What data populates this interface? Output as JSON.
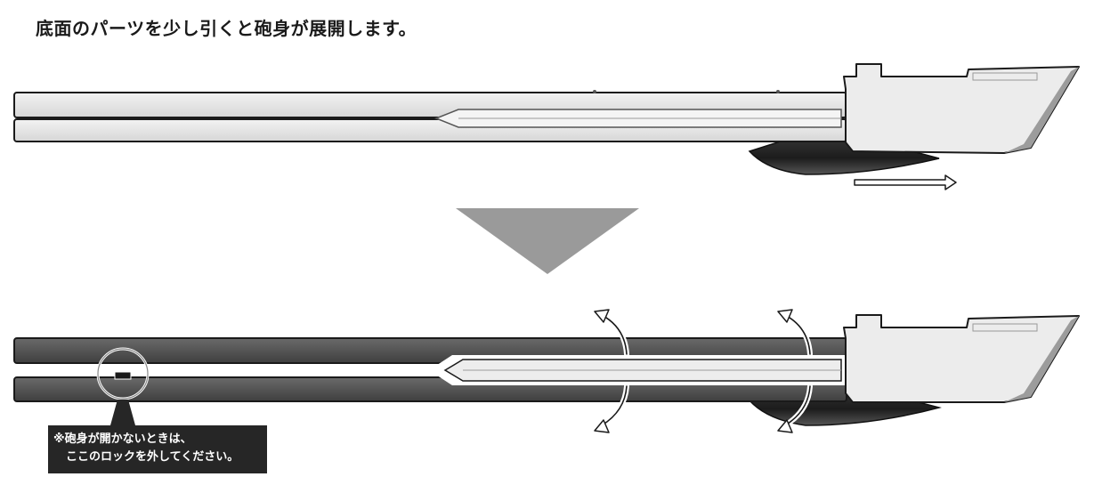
{
  "title": "底面のパーツを少し引くと砲身が展開します。",
  "note": {
    "line1": "※砲身が開かないときは、",
    "line2": "ここのロックを外してください。"
  },
  "colors": {
    "text": "#1a1a1a",
    "barrel_closed": "#e6e6e6",
    "barrel_open": "#555555",
    "body": "#ececec",
    "outline": "#1a1a1a",
    "arrow_down": "#9a9a9a",
    "note_bg": "#262626"
  },
  "icons": [
    "pull-arrow-icon",
    "down-triangle-icon",
    "rotation-arrow-icon"
  ]
}
